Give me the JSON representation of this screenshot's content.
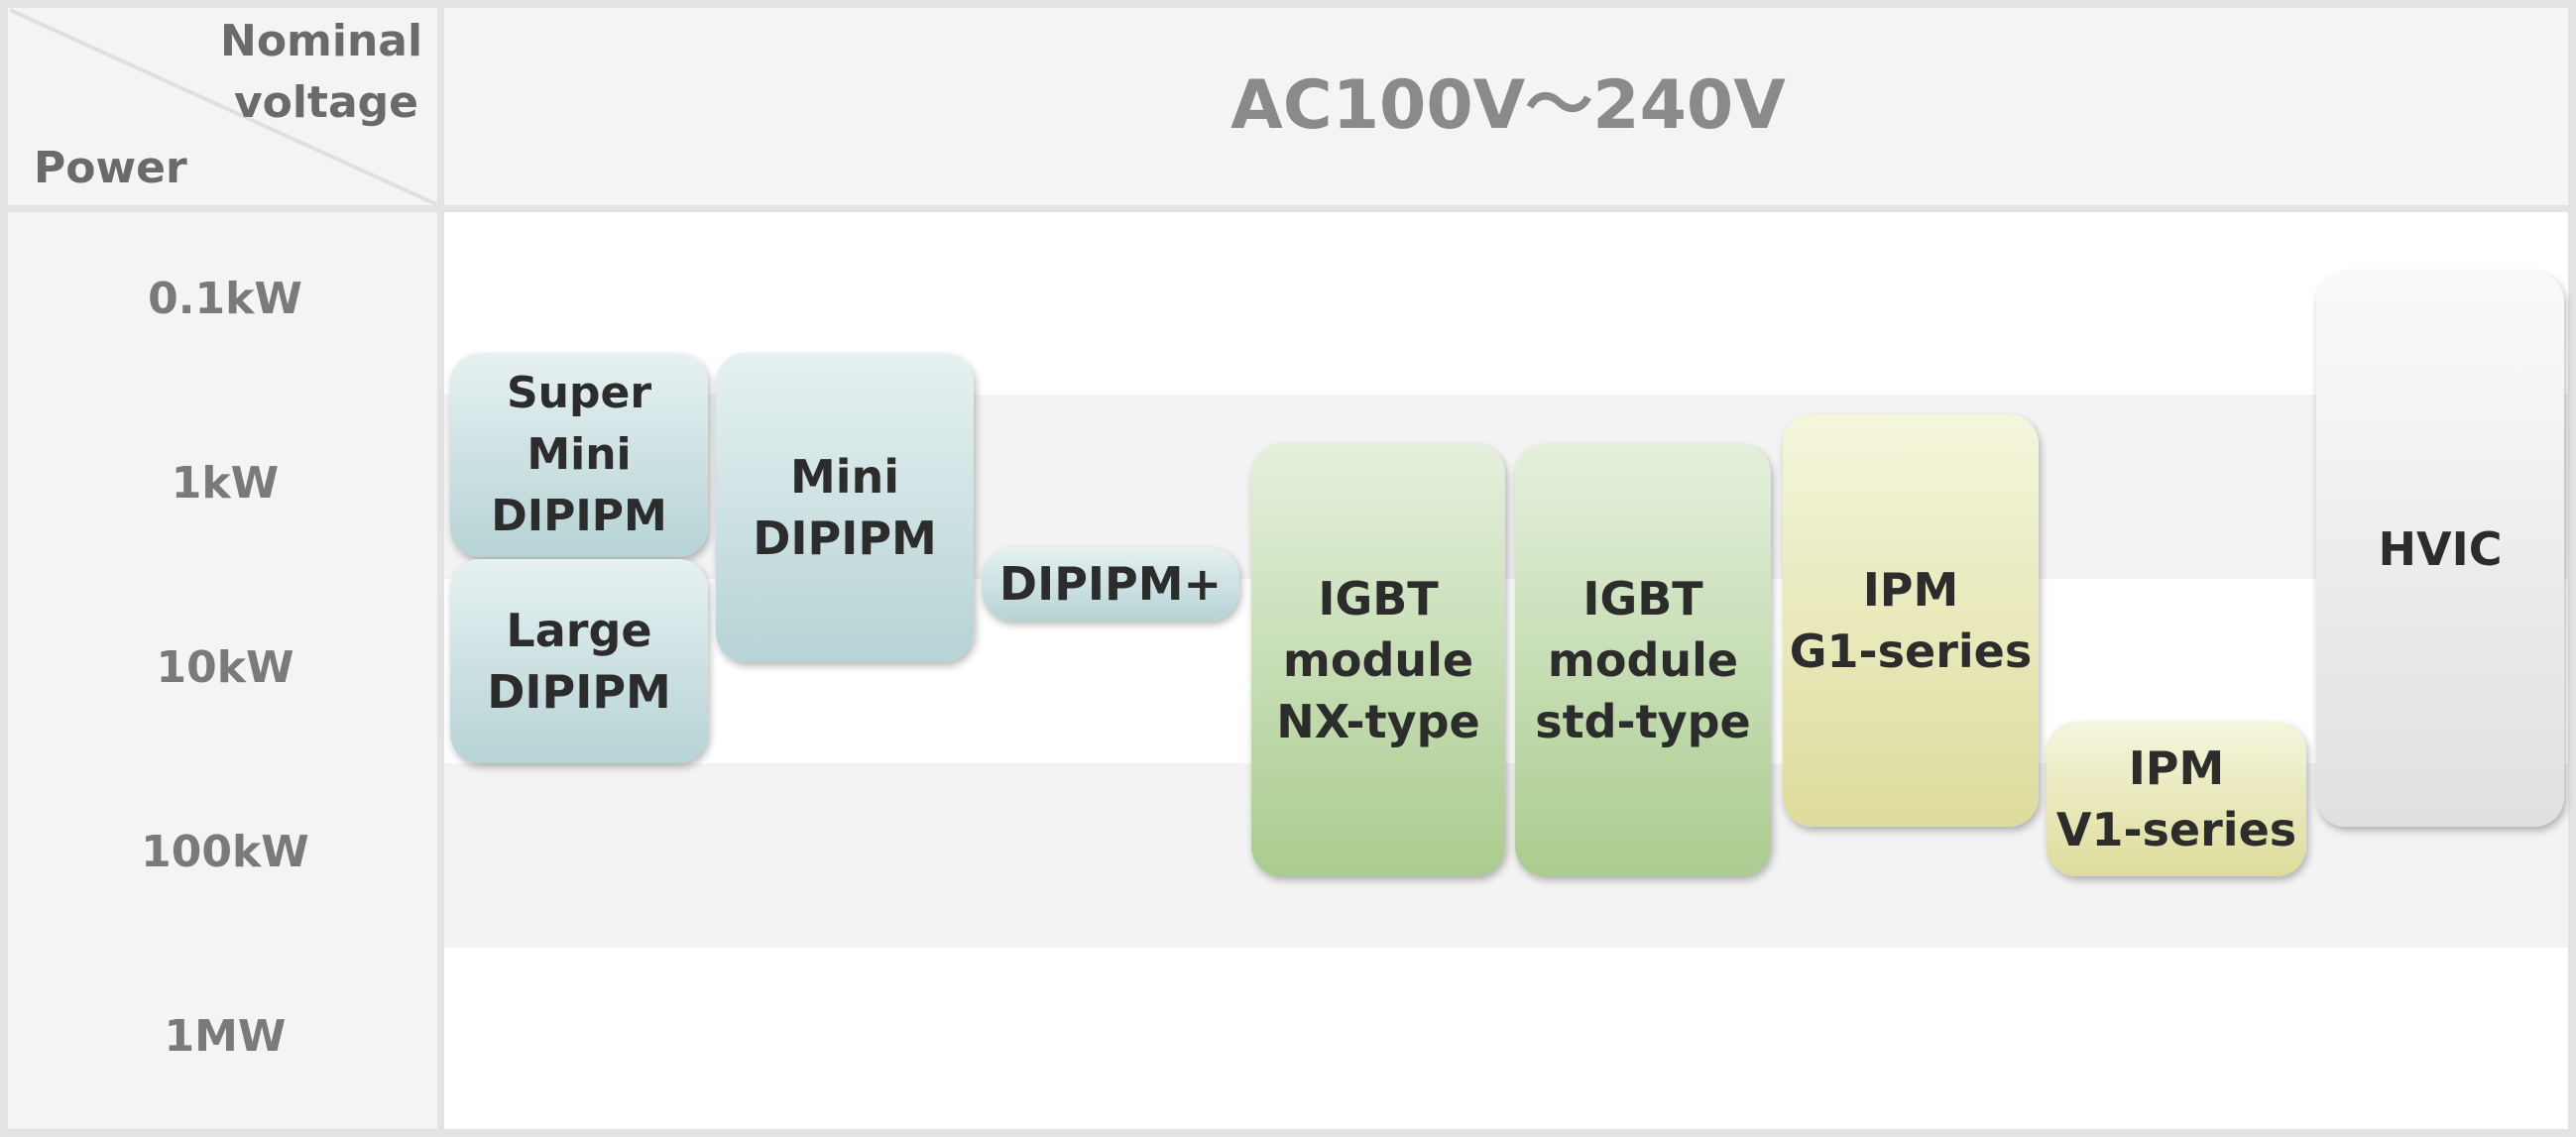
{
  "header": {
    "column_label_line1": "Nominal",
    "column_label_line2": "voltage",
    "row_label": "Power",
    "voltage": "AC100V～240V"
  },
  "power_levels": [
    "0.1kW",
    "1kW",
    "10kW",
    "100kW",
    "1MW"
  ],
  "products": {
    "super_mini_dipipm": "Super Mini\nDIPIPM",
    "large_dipipm": "Large\nDIPIPM",
    "mini_dipipm": "Mini\nDIPIPM",
    "dipipm_plus": "DIPIPM+",
    "igbt_nx": "IGBT\nmodule\nNX-type",
    "igbt_std": "IGBT\nmodule\nstd-type",
    "ipm_g1": "IPM\nG1-series",
    "ipm_v1": "IPM\nV1-series",
    "hvic": "HVIC"
  },
  "colors": {
    "dipipm_family": "#b6d3d5",
    "igbt_family": "#aacc8f",
    "ipm_family": "#dedc9c",
    "hvic": "#e0e0e0"
  }
}
